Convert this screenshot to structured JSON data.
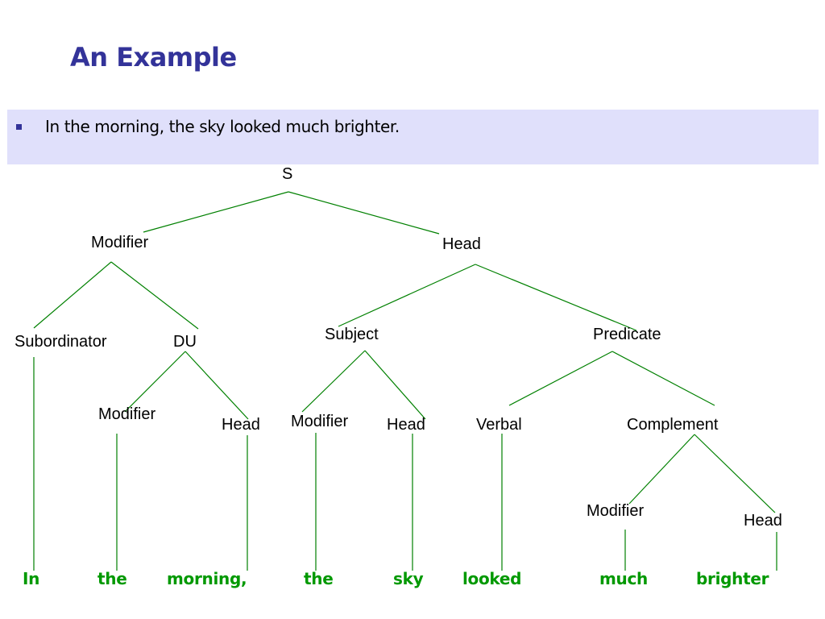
{
  "slide": {
    "title": "An Example",
    "sentence": "In the morning, the sky looked much brighter."
  },
  "tree": {
    "root": "S",
    "modifier": "Modifier",
    "head": "Head",
    "subordinator": "Subordinator",
    "du": "DU",
    "du_modifier": "Modifier",
    "du_head": "Head",
    "subject": "Subject",
    "predicate": "Predicate",
    "subject_modifier": "Modifier",
    "subject_head": "Head",
    "verbal": "Verbal",
    "complement": "Complement",
    "complement_modifier": "Modifier",
    "complement_head": "Head"
  },
  "words": [
    "In",
    "the",
    "morning,",
    "the",
    "sky",
    "looked",
    "much",
    "brighter"
  ],
  "colors": {
    "title": "#333399",
    "band": "#e0e0fb",
    "line": "#008000",
    "word": "#009900"
  }
}
